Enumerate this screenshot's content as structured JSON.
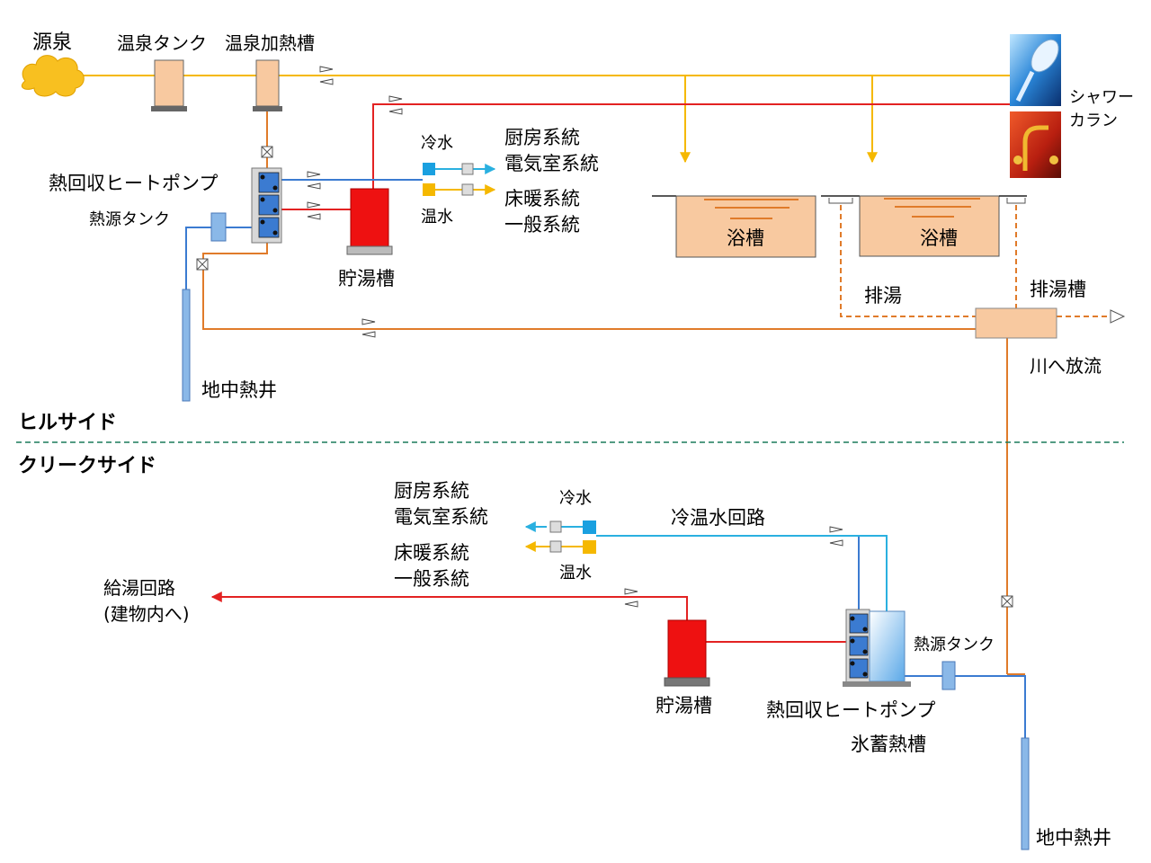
{
  "colors": {
    "hot_pipe": "#e32222",
    "cold_pipe": "#3b7bd1",
    "chilled_pipe": "#2ab0e0",
    "waste_pipe": "#e07b2a",
    "spring_pipe": "#f5b800",
    "tank_fill": "#f8c9a0",
    "storage_tank": "#ee1111",
    "divider": "#1a7a5a"
  },
  "hillside": {
    "section_label": "ヒルサイド",
    "source": "源泉",
    "spring_tank": "温泉タンク",
    "spring_heater": "温泉加熱槽",
    "heat_pump": "熱回収ヒートポンプ",
    "heat_source_tank": "熱源タンク",
    "cold_water": "冷水",
    "warm_water": "温水",
    "line_kitchen": "厨房系統",
    "line_electrical": "電気室系統",
    "line_floor_heating": "床暖系統",
    "line_general": "一般系統",
    "hot_storage_tank": "貯湯槽",
    "bath_1": "浴槽",
    "bath_2": "浴槽",
    "shower": "シャワー",
    "faucet": "カラン",
    "drain": "排湯",
    "drain_tank": "排湯槽",
    "river_discharge": "川へ放流",
    "geothermal_well": "地中熱井"
  },
  "creekside": {
    "section_label": "クリークサイド",
    "line_kitchen": "厨房系統",
    "line_electrical": "電気室系統",
    "line_floor_heating": "床暖系統",
    "line_general": "一般系統",
    "cold_water": "冷水",
    "warm_water": "温水",
    "chw_circuit": "冷温水回路",
    "hot_supply_line1": "給湯回路",
    "hot_supply_line2": "(建物内へ)",
    "hot_storage_tank": "貯湯槽",
    "heat_pump": "熱回収ヒートポンプ",
    "ice_storage": "氷蓄熱槽",
    "heat_source_tank": "熱源タンク",
    "geothermal_well": "地中熱井"
  }
}
